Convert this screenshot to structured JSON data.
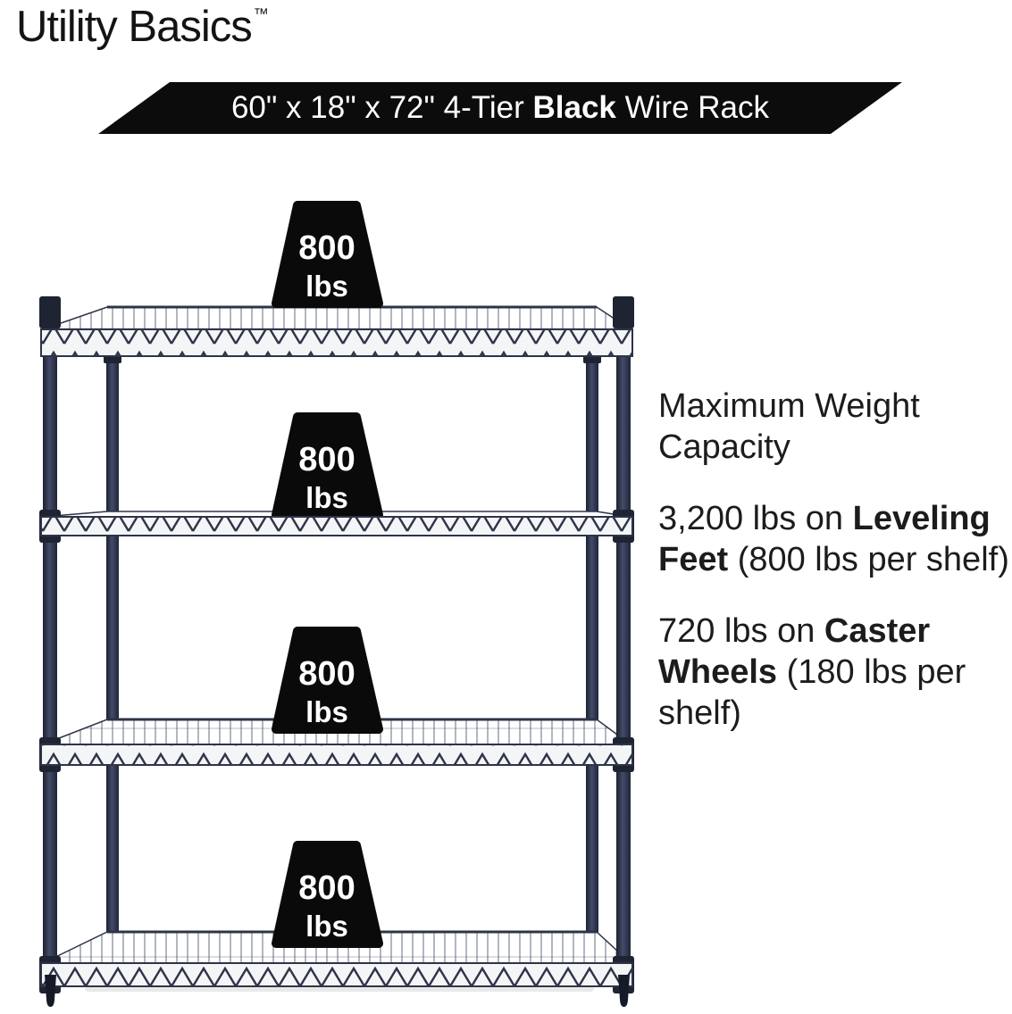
{
  "brand": {
    "name": "Utility Basics",
    "trademark": "™"
  },
  "banner": {
    "prefix": "60\" x 18\" x 72\" 4-Tier ",
    "bold": "Black",
    "suffix": " Wire Rack",
    "bg_color": "#0c0c0c",
    "text_color": "#ffffff"
  },
  "rack": {
    "description": "4-tier black wire shelving rack",
    "tiers": 4,
    "frame_color": "#2e3448",
    "badge_color": "#0a0a0a",
    "shelf_badges": [
      {
        "value": "800",
        "unit": "lbs"
      },
      {
        "value": "800",
        "unit": "lbs"
      },
      {
        "value": "800",
        "unit": "lbs"
      },
      {
        "value": "800",
        "unit": "lbs"
      }
    ]
  },
  "info": {
    "heading": "Maximum Weight Capacity",
    "items": [
      {
        "prefix": "3,200 lbs on ",
        "bold": "Leveling Feet",
        "suffix": " (800 lbs per shelf)"
      },
      {
        "prefix": "720 lbs on ",
        "bold": "Caster Wheels",
        "suffix": " (180 lbs per shelf)"
      }
    ],
    "text_color": "#1c1c1c"
  }
}
